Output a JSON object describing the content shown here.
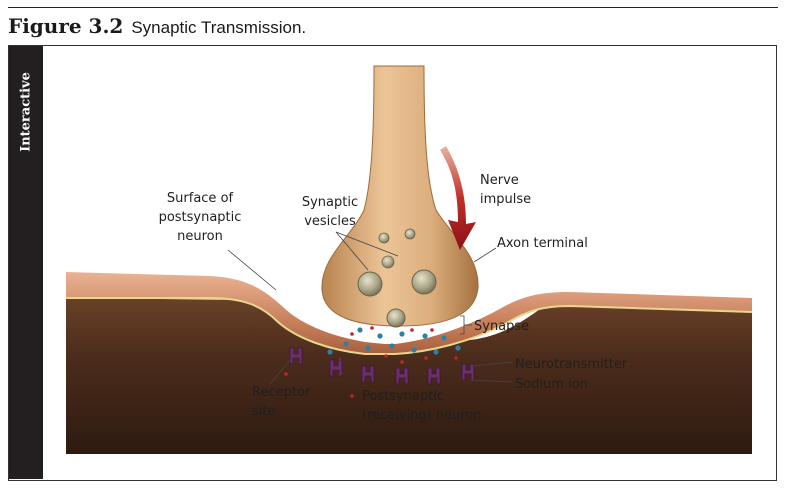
{
  "figure": {
    "number": "Figure 3.2",
    "caption": "Synaptic Transmission."
  },
  "side_tab": {
    "label": "Interactive"
  },
  "labels": {
    "surface_line1": "Surface of",
    "surface_line2": "postsynaptic",
    "surface_line3": "neuron",
    "vesicles_line1": "Synaptic",
    "vesicles_line2": "vesicles",
    "impulse_line1": "Nerve",
    "impulse_line2": "impulse",
    "axon_terminal": "Axon terminal",
    "synapse": "Synapse",
    "neurotransmitter": "Neurotransmitter",
    "sodium_ion": "Sodium ion",
    "receptor_line1": "Receptor",
    "receptor_line2": "site",
    "postsynaptic_line1": "Postsynaptic",
    "postsynaptic_line2": "(receiving) neuron"
  },
  "colors": {
    "membrane_surface": "#c97a55",
    "membrane_inner": "#4a2c1c",
    "axon": "#d8a978",
    "impulse_arrow": "#a8141b",
    "neurotransmitter": "#2e7fa6",
    "sodium_ion": "#c0242c",
    "receptor": "#6b2f6e"
  }
}
